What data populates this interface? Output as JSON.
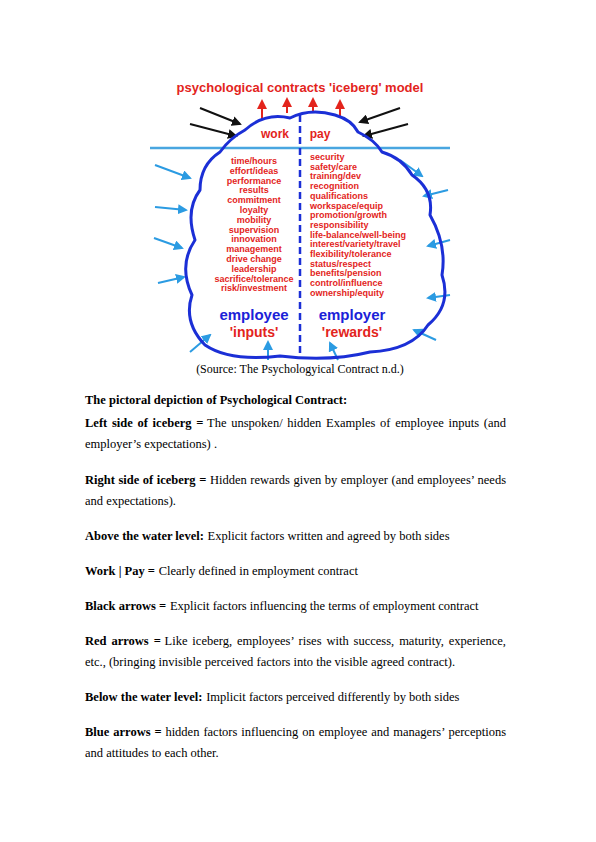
{
  "diagram": {
    "title": "psychological contracts 'iceberg' model",
    "caption": "(Source: The Psychologyical Contract n.d.)",
    "nodes": [
      {
        "text": [
          "work",
          "pay",
          "time/hours",
          "effort/ideas",
          "performance",
          "results",
          "commitment",
          "loyalty",
          "mobility",
          "supervision",
          "innovation",
          "management",
          "drive change",
          "leadership",
          "sacrifice/tolerance",
          "risk/investment",
          "security",
          "safety/care",
          "training/dev",
          "recognition",
          "qualifications",
          "workspace/equip",
          "promotion/growth",
          "responsibility",
          "life-balance/well-being",
          "interest/variety/travel",
          "flexibility/tolerance",
          "status/respect",
          "benefits/pension",
          "control/influence",
          "ownership/equity",
          "employee",
          "'inputs'",
          "employer",
          "'rewards'"
        ]
      }
    ],
    "labels": [
      "The pictoral depiction of Psychological Contract:",
      "Left side of iceberg =",
      "The unspoken/ hidden Examples of employee inputs (and employer’s expectations) .",
      "Right side of iceberg =",
      "Hidden rewards given by employer (and employees’ needs and expectations).",
      "Above the water level:",
      "Explicit factors written and agreed by both sides",
      "Work | Pay =",
      "Clearly defined in employment contract",
      "Black arrows =",
      "Explicit factors influencing the terms of employment contract",
      "Red arrows =",
      "Like iceberg, employees’ rises with success, maturity, experience, etc., (bringing invisible perceived factors into the visible agreed contract).",
      "Below the water level:",
      "Implicit factors perceived differently by both sides",
      "Blue arrows =",
      "hidden factors influencing on employee and managers’ perceptions and attitudes to each other."
    ]
  }
}
